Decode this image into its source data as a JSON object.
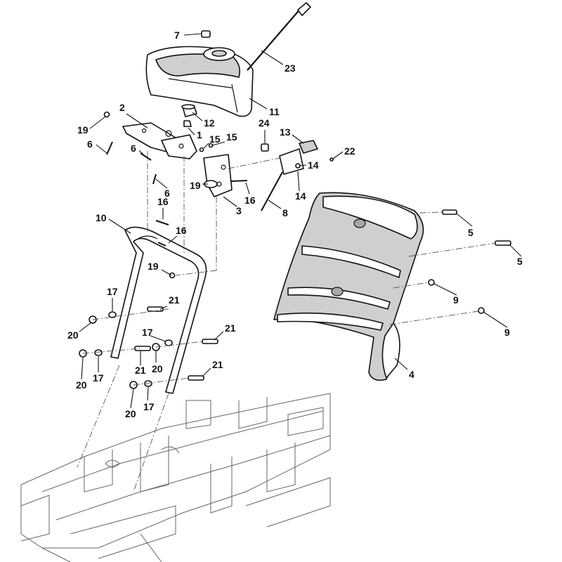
{
  "callouts": [
    {
      "id": "7",
      "label": "7"
    },
    {
      "id": "23",
      "label": "23"
    },
    {
      "id": "11",
      "label": "11"
    },
    {
      "id": "2",
      "label": "2"
    },
    {
      "id": "12",
      "label": "12"
    },
    {
      "id": "19a",
      "label": "19"
    },
    {
      "id": "1",
      "label": "1"
    },
    {
      "id": "6a",
      "label": "6"
    },
    {
      "id": "6b",
      "label": "6"
    },
    {
      "id": "24",
      "label": "24"
    },
    {
      "id": "13",
      "label": "13"
    },
    {
      "id": "15a",
      "label": "15"
    },
    {
      "id": "15b",
      "label": "15"
    },
    {
      "id": "22",
      "label": "22"
    },
    {
      "id": "14a",
      "label": "14"
    },
    {
      "id": "14b",
      "label": "14"
    },
    {
      "id": "19b",
      "label": "19"
    },
    {
      "id": "16a",
      "label": "16"
    },
    {
      "id": "6c",
      "label": "6"
    },
    {
      "id": "3",
      "label": "3"
    },
    {
      "id": "8",
      "label": "8"
    },
    {
      "id": "16b",
      "label": "16"
    },
    {
      "id": "10",
      "label": "10"
    },
    {
      "id": "16c",
      "label": "16"
    },
    {
      "id": "5a",
      "label": "5"
    },
    {
      "id": "5b",
      "label": "5"
    },
    {
      "id": "19c",
      "label": "19"
    },
    {
      "id": "17a",
      "label": "17"
    },
    {
      "id": "21a",
      "label": "21"
    },
    {
      "id": "9a",
      "label": "9"
    },
    {
      "id": "20a",
      "label": "20"
    },
    {
      "id": "17b",
      "label": "17"
    },
    {
      "id": "21b",
      "label": "21"
    },
    {
      "id": "9b",
      "label": "9"
    },
    {
      "id": "21c",
      "label": "21"
    },
    {
      "id": "20b",
      "label": "20"
    },
    {
      "id": "4",
      "label": "4"
    },
    {
      "id": "20c",
      "label": "20"
    },
    {
      "id": "17c",
      "label": "17"
    },
    {
      "id": "21d",
      "label": "21"
    },
    {
      "id": "20d",
      "label": "20"
    },
    {
      "id": "17d",
      "label": "17"
    }
  ]
}
